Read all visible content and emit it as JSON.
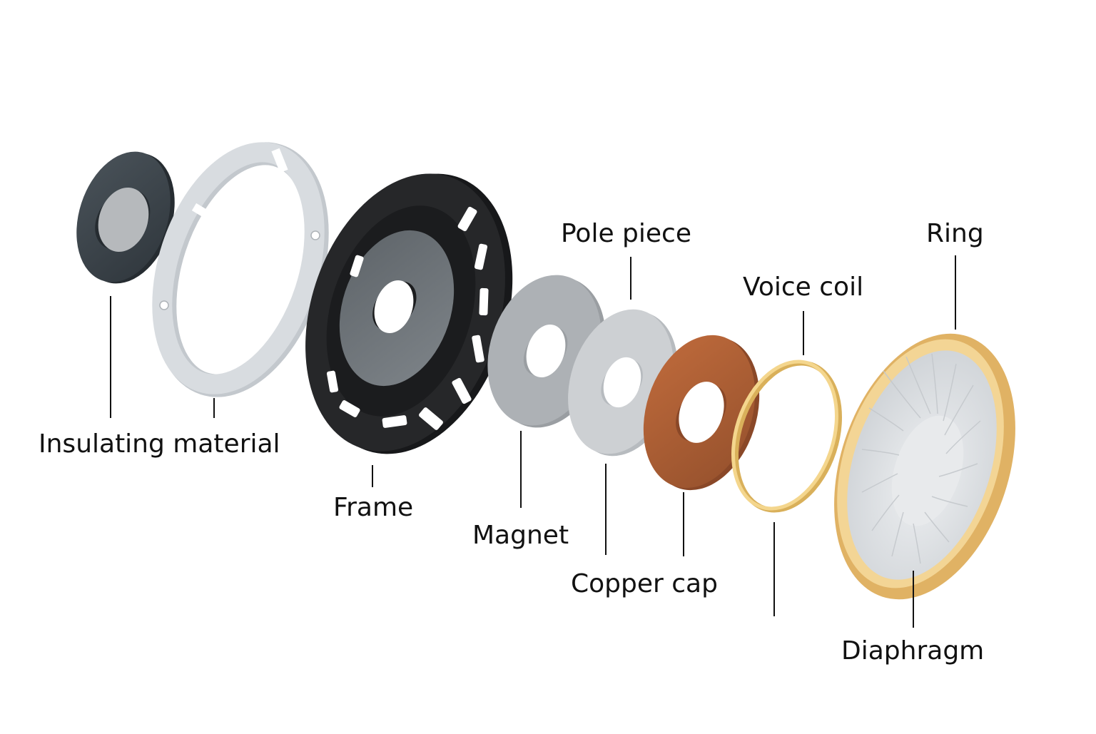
{
  "labels": {
    "insulating_material": "Insulating material",
    "frame": "Frame",
    "magnet": "Magnet",
    "pole_piece": "Pole piece",
    "copper_cap": "Copper cap",
    "voice_coil": "Voice coil",
    "ring": "Ring",
    "diaphragm": "Diaphragm"
  },
  "colors": {
    "insulating_disc": "#3c444b",
    "insulating_hole": "#b6b9bc",
    "gasket": "#d3d7dc",
    "frame": "#232427",
    "frame_inner": "#6d7378",
    "magnet": "#a9adb1",
    "pole_piece": "#c7cacd",
    "copper_cap": "#a65a33",
    "voice_coil": "#f2cf7b",
    "ring": "#efc67a",
    "diaphragm": "#dcdee1",
    "leader_line": "#111111"
  }
}
